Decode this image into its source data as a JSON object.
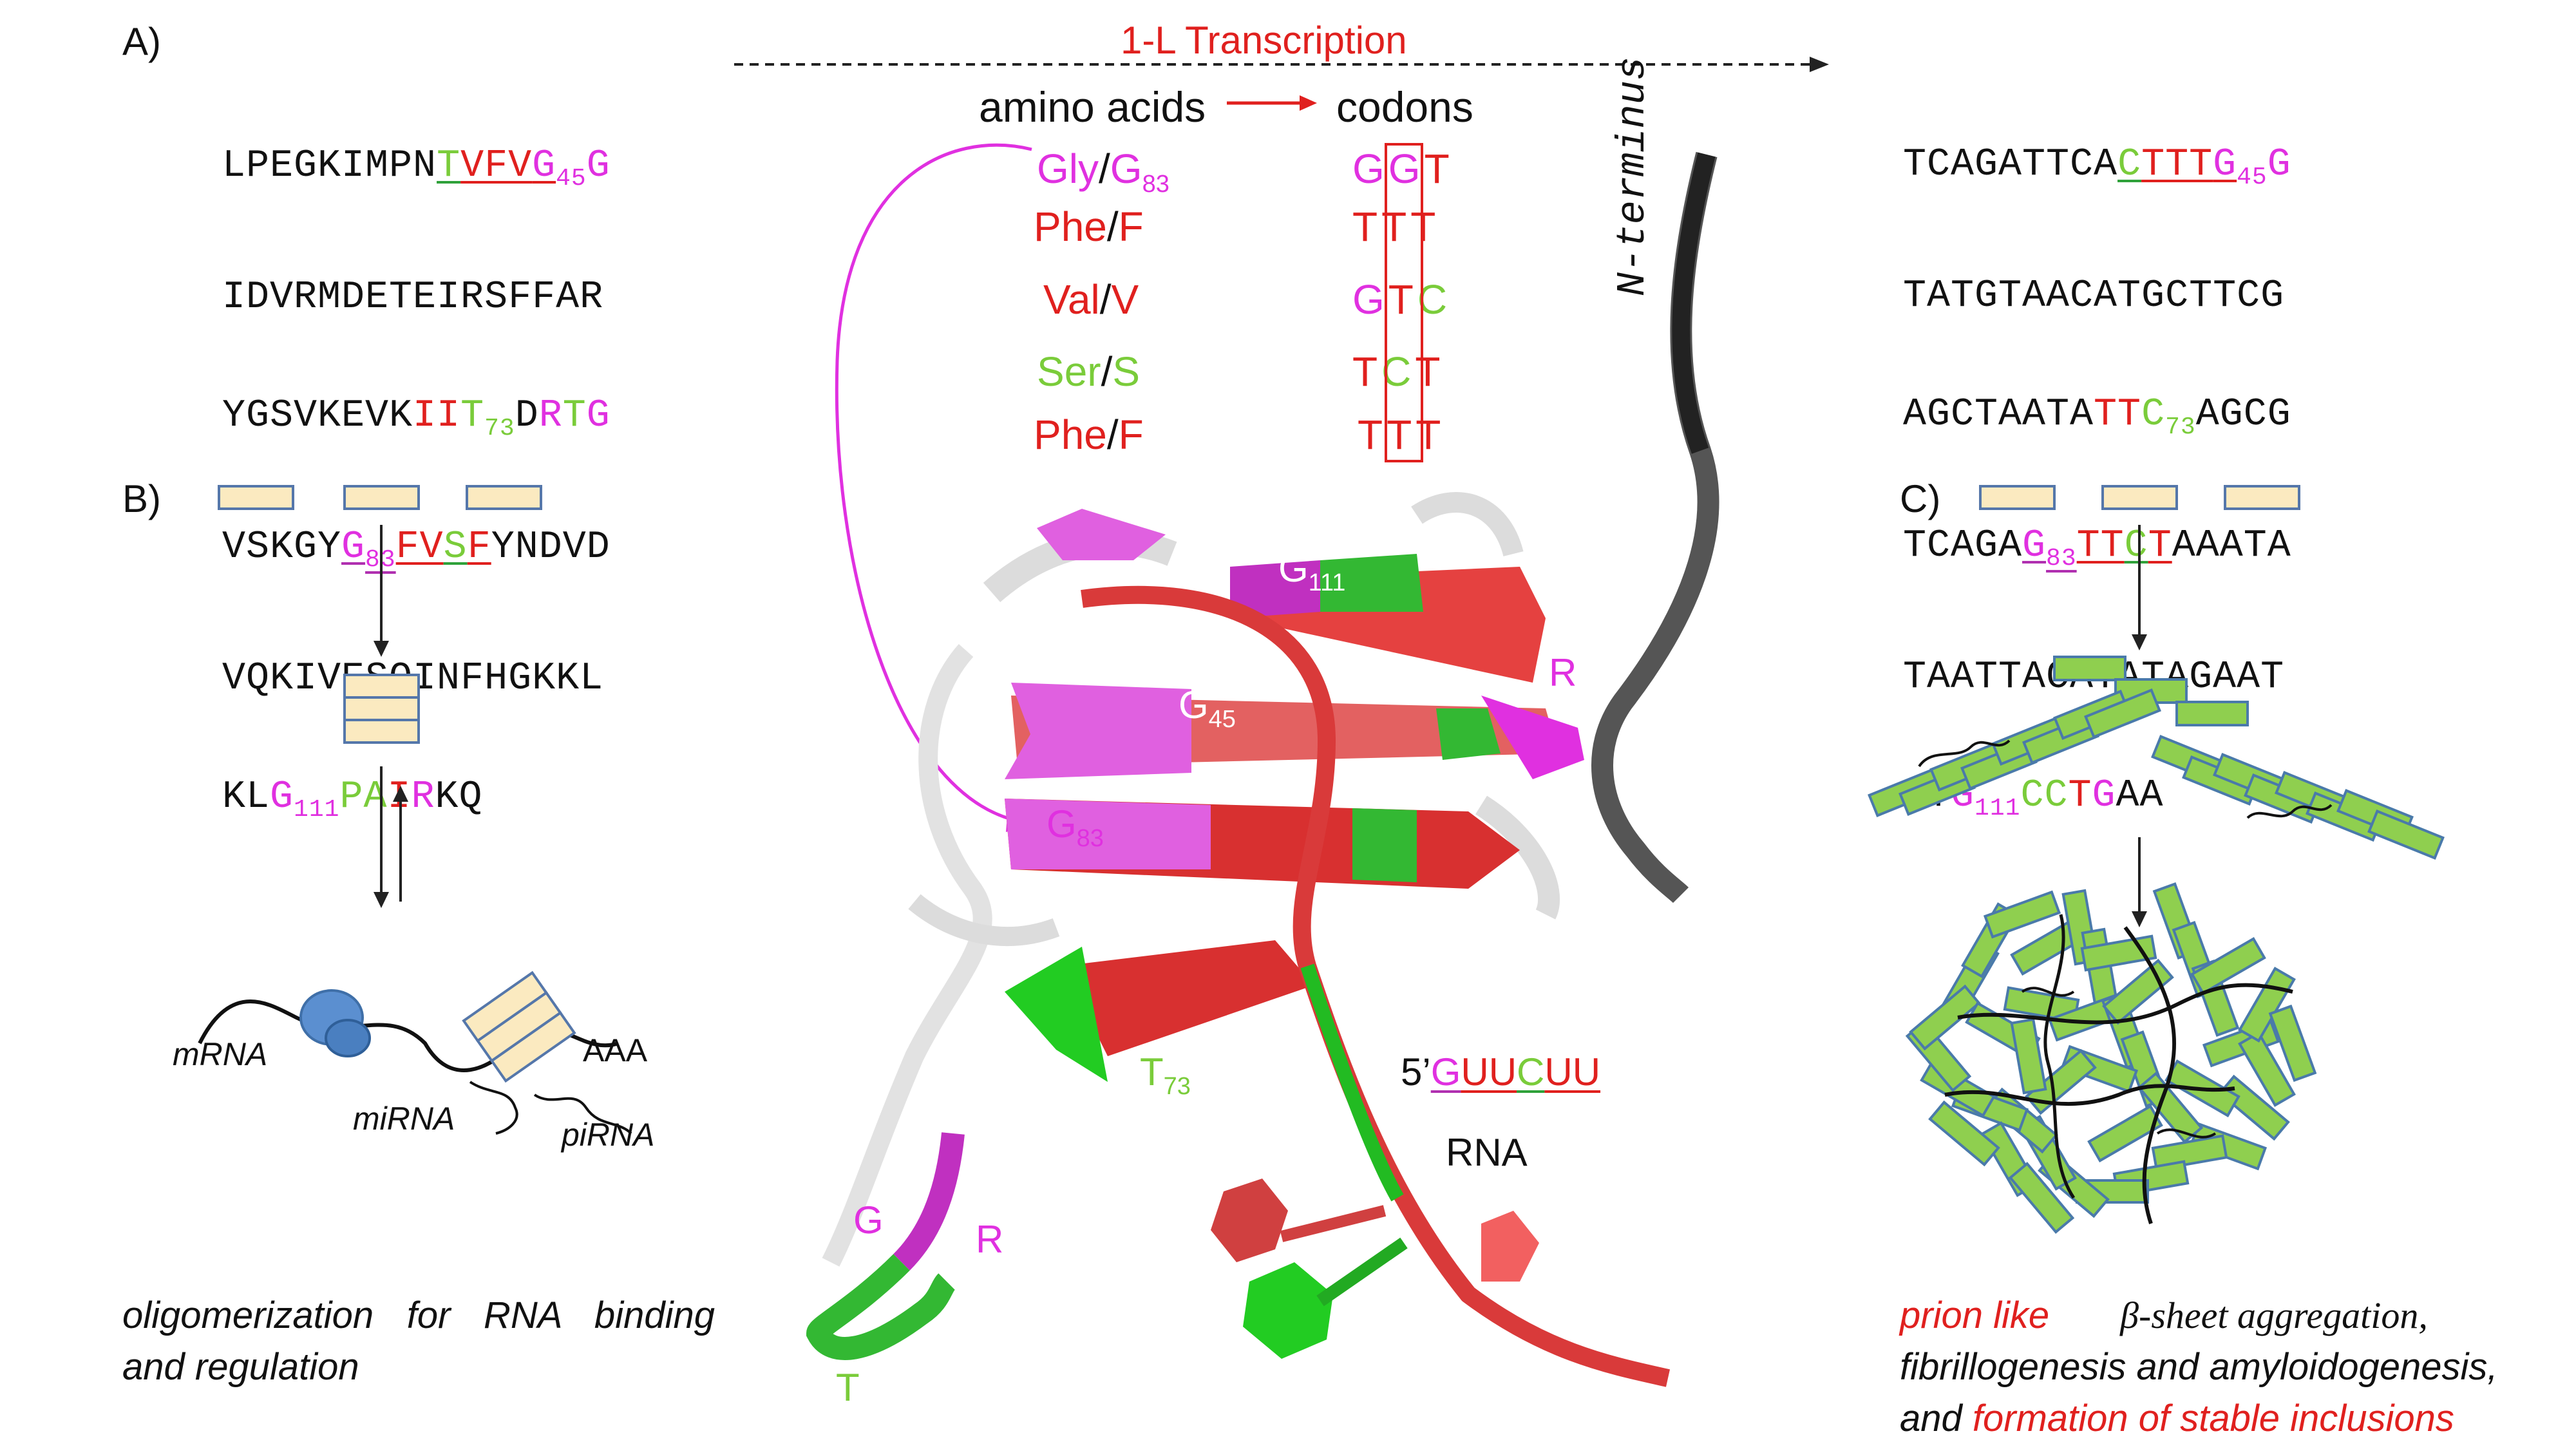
{
  "panel_labels": {
    "a": "A)",
    "b": "B)",
    "c": "C)"
  },
  "header": {
    "title": "1-L Transcription",
    "amino_acids": "amino acids",
    "codons": "codons"
  },
  "protein_seq": {
    "l1_a": "LPEGKIMPN",
    "l1_t": "T",
    "l1_vfv": "VFV",
    "l1_g": "G",
    "l1_sub": "45",
    "l1_end": "G",
    "l2": "IDVRMDETEIRSFFAR",
    "l3_a": "YGSVKEVK",
    "l3_ii": "II",
    "l3_t": "T",
    "l3_sub": "73",
    "l3_d": "D",
    "l3_r": "R",
    "l3_t2": "T",
    "l3_g": "G",
    "l4_a": "VSKGY",
    "l4_g": "G",
    "l4_sub": "83",
    "l4_fv": "FV",
    "l4_s": "S",
    "l4_f": "F",
    "l4_end": "YNDVD",
    "l5": "VQKIVESQINFHGKKL",
    "l6_a": "KL",
    "l6_g": "G",
    "l6_sub": "111",
    "l6_pa": "PA",
    "l6_i": "I",
    "l6_r": "R",
    "l6_end": "KQ"
  },
  "dna_seq": {
    "l1_a": "TCAGATTCA",
    "l1_c": "C",
    "l1_ttt": "TTT",
    "l1_g": "G",
    "l1_sub": "45",
    "l1_end": "G",
    "l2": "TATGTAACATGCTTCG",
    "l3_a": "AGCTAATA",
    "l3_tt": "TT",
    "l3_c": "C",
    "l3_sub": "73",
    "l3_end": "AGCG",
    "l4_a": "TCAGA",
    "l4_g": "G",
    "l4_sub": "83",
    "l4_tt": "TT",
    "l4_c": "C",
    "l4_t": "T",
    "l4_end": "AAATA",
    "l5": "TAATTACATATAGAAT",
    "l6_a": "AT",
    "l6_g": "G",
    "l6_sub": "111",
    "l6_cc": "CC",
    "l6_t": "T",
    "l6_g2": "G",
    "l6_end": "AA"
  },
  "mapping": [
    {
      "aa_name": "Gly",
      "aa_code": "G",
      "aa_sub": "83",
      "c1": "G",
      "c2": "G",
      "c3": "T"
    },
    {
      "aa_name": "Phe",
      "aa_code": "F",
      "aa_sub": "",
      "c1": "T",
      "c2": "T",
      "c3": "T"
    },
    {
      "aa_name": "Val",
      "aa_code": "V",
      "aa_sub": "",
      "c1": "G",
      "c2": "T",
      "c3": "C"
    },
    {
      "aa_name": "Ser",
      "aa_code": "S",
      "aa_sub": "",
      "c1": "T",
      "c2": "C",
      "c3": "T"
    },
    {
      "aa_name": "Phe",
      "aa_code": "F",
      "aa_sub": "",
      "c1": "T",
      "c2": "T",
      "c3": "T"
    }
  ],
  "structure_labels": {
    "n_terminus": "N-terminus",
    "g111": "G",
    "g111_sub": "111",
    "g45": "G",
    "g45_sub": "45",
    "g83": "G",
    "g83_sub": "83",
    "t73": "T",
    "t73_sub": "73",
    "r_top": "R",
    "g_loop": "G",
    "r_loop": "R",
    "t_loop": "T",
    "rna_prefix": "5’",
    "rna_g": "G",
    "rna_uu": "UU",
    "rna_c": "C",
    "rna_uu2": "UU",
    "rna": "RNA"
  },
  "panel_b": {
    "mrna": "mRNA",
    "mirna": "miRNA",
    "pirna": "piRNA",
    "aaa": "AAA",
    "caption1": "oligomerization for RNA binding",
    "caption2": "and regulation"
  },
  "panel_c": {
    "cap_prion": "prion like",
    "cap_beta": "β-sheet aggregation,",
    "cap_line2": "fibrillogenesis and amyloidogenesis,",
    "cap_and": "and",
    "cap_form": "formation of stable inclusions"
  },
  "colors": {
    "magenta": "#e030e0",
    "red": "#e0201e",
    "green": "#7acc3a",
    "fibril": "#8fcf4f",
    "monomer_fill": "#fbeac0",
    "monomer_stroke": "#5577aa"
  }
}
